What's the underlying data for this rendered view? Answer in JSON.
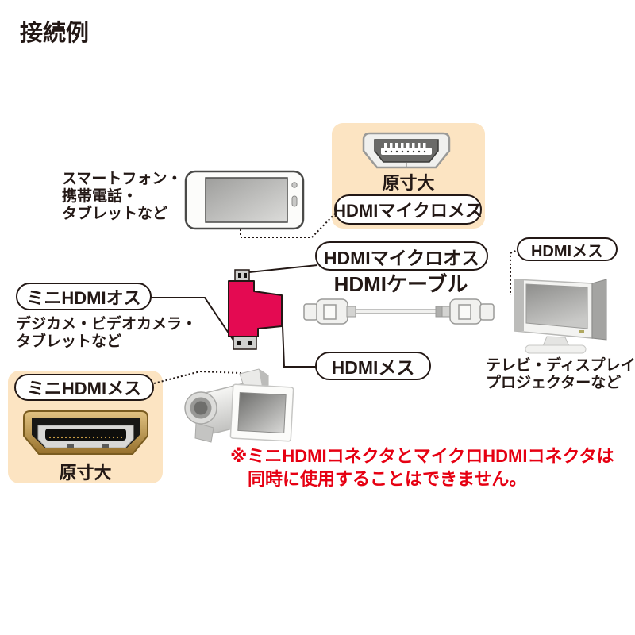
{
  "title": "接続例",
  "micro_panel": {
    "actual_size": "原寸大",
    "label": "HDMIマイクロメス"
  },
  "mini_panel": {
    "actual_size": "原寸大",
    "label": "ミニHDMIメス"
  },
  "bubbles": {
    "micro_male": "HDMIマイクロオス",
    "female_center": "HDMIメス",
    "female_right": "HDMIメス",
    "mini_male": "ミニHDMIオス"
  },
  "cable_title": "HDMIケーブル",
  "device_labels": {
    "smartphone_line1": "スマートフォン・",
    "smartphone_line2": "携帯電話・",
    "smartphone_line3": "タブレットなど",
    "camera_line1": "デジカメ・ビデオカメラ・",
    "camera_line2": "タブレットなど",
    "display_line1": "テレビ・ディスプレイ",
    "display_line2": "プロジェクターなど"
  },
  "warning": {
    "line1": "※ミニHDMIコネクタとマイクロHDMIコネクタは",
    "line2": "同時に使用することはできません。"
  },
  "colors": {
    "adapter_red": "#e40a52",
    "warning_red": "#e60012",
    "panel_peach": "#fce4c2",
    "text_dark": "#231815"
  }
}
